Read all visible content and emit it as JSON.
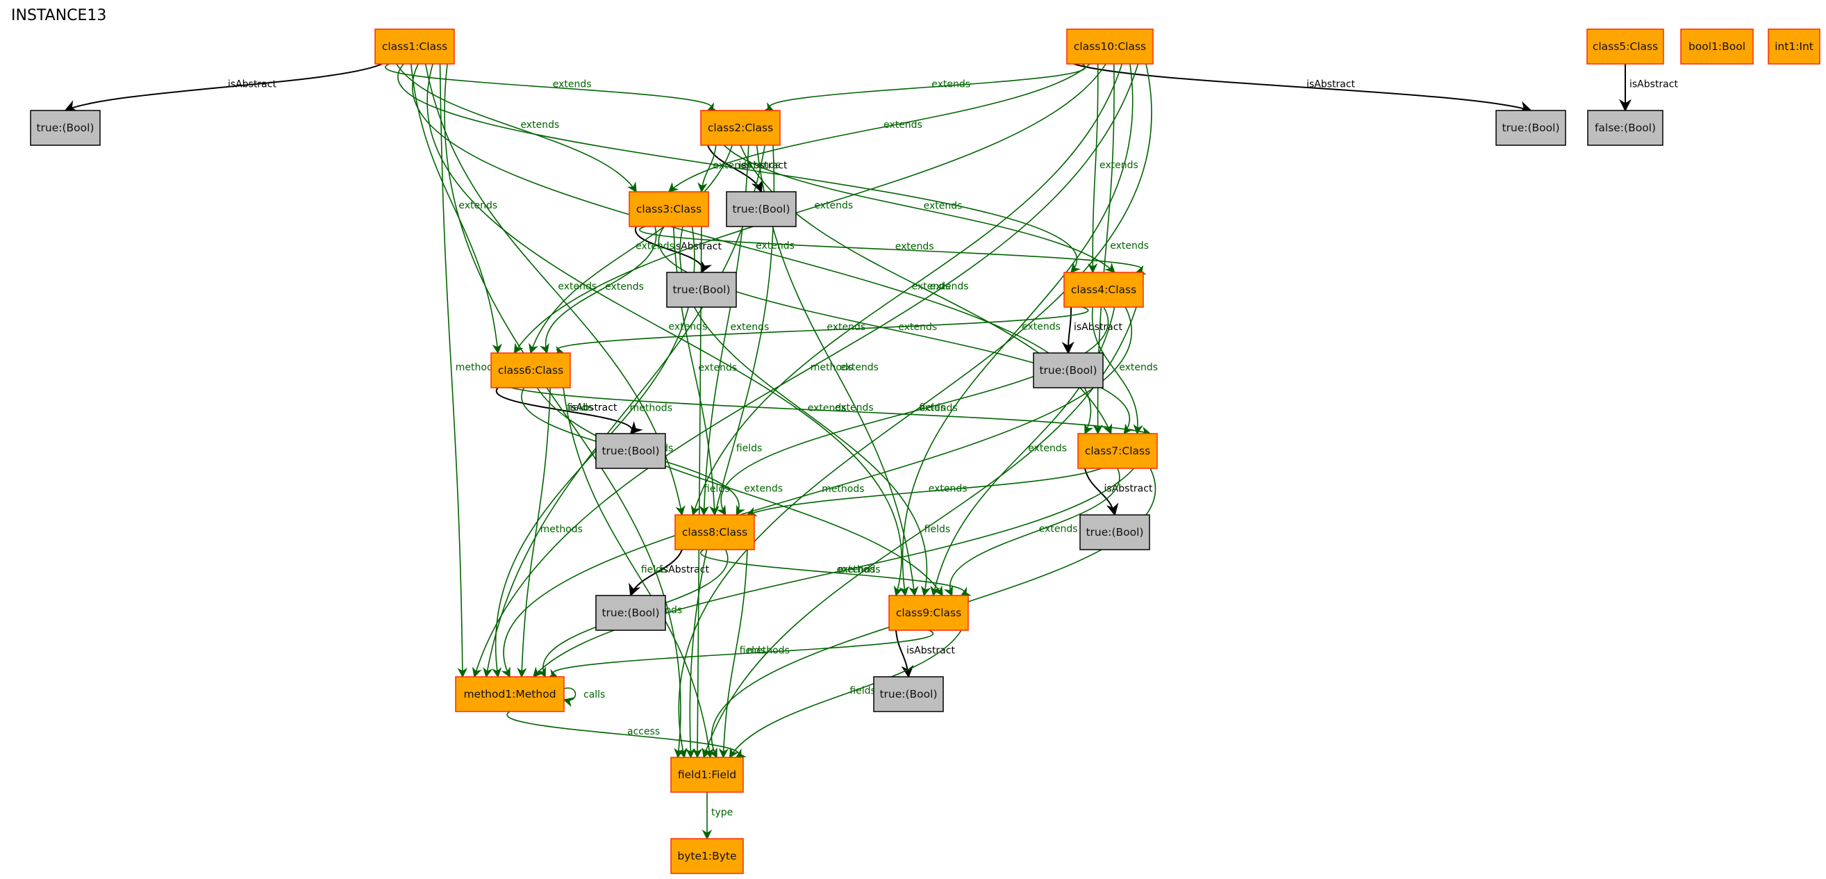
{
  "title": "INSTANCE13",
  "colors": {
    "class_fill": "#FFA500",
    "class_stroke": "#FF2A00",
    "value_fill": "#BEBEBE",
    "value_stroke": "#000000",
    "edge_green": "#006400",
    "edge_black": "#000000"
  },
  "nodes": {
    "class1": {
      "label": "class1:Class",
      "kind": "class"
    },
    "class10": {
      "label": "class10:Class",
      "kind": "class"
    },
    "class5": {
      "label": "class5:Class",
      "kind": "class"
    },
    "bool1": {
      "label": "bool1:Bool",
      "kind": "class"
    },
    "int1": {
      "label": "int1:Int",
      "kind": "class"
    },
    "t_c1": {
      "label": "true:(Bool)",
      "kind": "value"
    },
    "t_c10": {
      "label": "true:(Bool)",
      "kind": "value"
    },
    "f_c5": {
      "label": "false:(Bool)",
      "kind": "value"
    },
    "class2": {
      "label": "class2:Class",
      "kind": "class"
    },
    "t_c2": {
      "label": "true:(Bool)",
      "kind": "value"
    },
    "class3": {
      "label": "class3:Class",
      "kind": "class"
    },
    "t_c3": {
      "label": "true:(Bool)",
      "kind": "value"
    },
    "class4": {
      "label": "class4:Class",
      "kind": "class"
    },
    "t_c4": {
      "label": "true:(Bool)",
      "kind": "value"
    },
    "class6": {
      "label": "class6:Class",
      "kind": "class"
    },
    "t_c6": {
      "label": "true:(Bool)",
      "kind": "value"
    },
    "class7": {
      "label": "class7:Class",
      "kind": "class"
    },
    "t_c7": {
      "label": "true:(Bool)",
      "kind": "value"
    },
    "class8": {
      "label": "class8:Class",
      "kind": "class"
    },
    "t_c8": {
      "label": "true:(Bool)",
      "kind": "value"
    },
    "class9": {
      "label": "class9:Class",
      "kind": "class"
    },
    "t_c9": {
      "label": "true:(Bool)",
      "kind": "value"
    },
    "method1": {
      "label": "method1:Method",
      "kind": "class"
    },
    "field1": {
      "label": "field1:Field",
      "kind": "class"
    },
    "byte1": {
      "label": "byte1:Byte",
      "kind": "class"
    }
  },
  "edges": [
    {
      "from": "class1",
      "to": "t_c1",
      "label": "isAbstract",
      "color": "black"
    },
    {
      "from": "class10",
      "to": "t_c10",
      "label": "isAbstract",
      "color": "black"
    },
    {
      "from": "class5",
      "to": "f_c5",
      "label": "isAbstract",
      "color": "black"
    },
    {
      "from": "class2",
      "to": "t_c2",
      "label": "isAbstract",
      "color": "black"
    },
    {
      "from": "class3",
      "to": "t_c3",
      "label": "isAbstract",
      "color": "black"
    },
    {
      "from": "class4",
      "to": "t_c4",
      "label": "isAbstract",
      "color": "black"
    },
    {
      "from": "class6",
      "to": "t_c6",
      "label": "isAbstract",
      "color": "black"
    },
    {
      "from": "class7",
      "to": "t_c7",
      "label": "isAbstract",
      "color": "black"
    },
    {
      "from": "class8",
      "to": "t_c8",
      "label": "isAbstract",
      "color": "black"
    },
    {
      "from": "class9",
      "to": "t_c9",
      "label": "isAbstract",
      "color": "black"
    },
    {
      "from": "class1",
      "to": "class2",
      "label": "extends",
      "color": "green"
    },
    {
      "from": "class1",
      "to": "class3",
      "label": "extends",
      "color": "green"
    },
    {
      "from": "class1",
      "to": "class4",
      "label": "extends",
      "color": "green"
    },
    {
      "from": "class1",
      "to": "class6",
      "label": "extends",
      "color": "green"
    },
    {
      "from": "class1",
      "to": "class7",
      "label": "extends",
      "color": "green"
    },
    {
      "from": "class1",
      "to": "class8",
      "label": "extends",
      "color": "green"
    },
    {
      "from": "class1",
      "to": "class9",
      "label": "extends",
      "color": "green"
    },
    {
      "from": "class1",
      "to": "method1",
      "label": "methods",
      "color": "green"
    },
    {
      "from": "class1",
      "to": "field1",
      "label": "fields",
      "color": "green"
    },
    {
      "from": "class10",
      "to": "class2",
      "label": "extends",
      "color": "green"
    },
    {
      "from": "class10",
      "to": "class3",
      "label": "extends",
      "color": "green"
    },
    {
      "from": "class10",
      "to": "class4",
      "label": "extends",
      "color": "green"
    },
    {
      "from": "class10",
      "to": "class6",
      "label": "extends",
      "color": "green"
    },
    {
      "from": "class10",
      "to": "class7",
      "label": "extends",
      "color": "green"
    },
    {
      "from": "class10",
      "to": "class8",
      "label": "extends",
      "color": "green"
    },
    {
      "from": "class10",
      "to": "class9",
      "label": "extends",
      "color": "green"
    },
    {
      "from": "class10",
      "to": "method1",
      "label": "methods",
      "color": "green"
    },
    {
      "from": "class10",
      "to": "field1",
      "label": "fields",
      "color": "green"
    },
    {
      "from": "class2",
      "to": "class3",
      "label": "extends",
      "color": "green"
    },
    {
      "from": "class2",
      "to": "class4",
      "label": "extends",
      "color": "green"
    },
    {
      "from": "class2",
      "to": "class6",
      "label": "extends",
      "color": "green"
    },
    {
      "from": "class2",
      "to": "class7",
      "label": "extends",
      "color": "green"
    },
    {
      "from": "class2",
      "to": "class8",
      "label": "extends",
      "color": "green"
    },
    {
      "from": "class2",
      "to": "class9",
      "label": "extends",
      "color": "green"
    },
    {
      "from": "class2",
      "to": "method1",
      "label": "methods",
      "color": "green"
    },
    {
      "from": "class2",
      "to": "field1",
      "label": "fields",
      "color": "green"
    },
    {
      "from": "class3",
      "to": "class4",
      "label": "extends",
      "color": "green"
    },
    {
      "from": "class3",
      "to": "class6",
      "label": "extends",
      "color": "green"
    },
    {
      "from": "class3",
      "to": "class7",
      "label": "extends",
      "color": "green"
    },
    {
      "from": "class3",
      "to": "class8",
      "label": "extends",
      "color": "green"
    },
    {
      "from": "class3",
      "to": "class9",
      "label": "extends",
      "color": "green"
    },
    {
      "from": "class3",
      "to": "method1",
      "label": "methods",
      "color": "green"
    },
    {
      "from": "class3",
      "to": "field1",
      "label": "fields",
      "color": "green"
    },
    {
      "from": "class4",
      "to": "class6",
      "label": "extends",
      "color": "green"
    },
    {
      "from": "class4",
      "to": "class7",
      "label": "extends",
      "color": "green"
    },
    {
      "from": "class4",
      "to": "class8",
      "label": "extends",
      "color": "green"
    },
    {
      "from": "class4",
      "to": "class9",
      "label": "extends",
      "color": "green"
    },
    {
      "from": "class4",
      "to": "method1",
      "label": "methods",
      "color": "green"
    },
    {
      "from": "class4",
      "to": "field1",
      "label": "fields",
      "color": "green"
    },
    {
      "from": "class6",
      "to": "class7",
      "label": "extends",
      "color": "green"
    },
    {
      "from": "class6",
      "to": "class8",
      "label": "extends",
      "color": "green"
    },
    {
      "from": "class6",
      "to": "class9",
      "label": "extends",
      "color": "green"
    },
    {
      "from": "class6",
      "to": "method1",
      "label": "methods",
      "color": "green"
    },
    {
      "from": "class6",
      "to": "field1",
      "label": "fields",
      "color": "green"
    },
    {
      "from": "class7",
      "to": "class8",
      "label": "extends",
      "color": "green"
    },
    {
      "from": "class7",
      "to": "class9",
      "label": "extends",
      "color": "green"
    },
    {
      "from": "class7",
      "to": "method1",
      "label": "methods",
      "color": "green"
    },
    {
      "from": "class7",
      "to": "field1",
      "label": "fields",
      "color": "green"
    },
    {
      "from": "class8",
      "to": "class9",
      "label": "extends",
      "color": "green"
    },
    {
      "from": "class8",
      "to": "method1",
      "label": "methods",
      "color": "green"
    },
    {
      "from": "class8",
      "to": "field1",
      "label": "fields",
      "color": "green"
    },
    {
      "from": "class9",
      "to": "method1",
      "label": "methods",
      "color": "green"
    },
    {
      "from": "class9",
      "to": "field1",
      "label": "fields",
      "color": "green"
    },
    {
      "from": "method1",
      "to": "method1",
      "label": "calls",
      "color": "green"
    },
    {
      "from": "method1",
      "to": "field1",
      "label": "access",
      "color": "green"
    },
    {
      "from": "field1",
      "to": "byte1",
      "label": "type",
      "color": "green"
    }
  ]
}
